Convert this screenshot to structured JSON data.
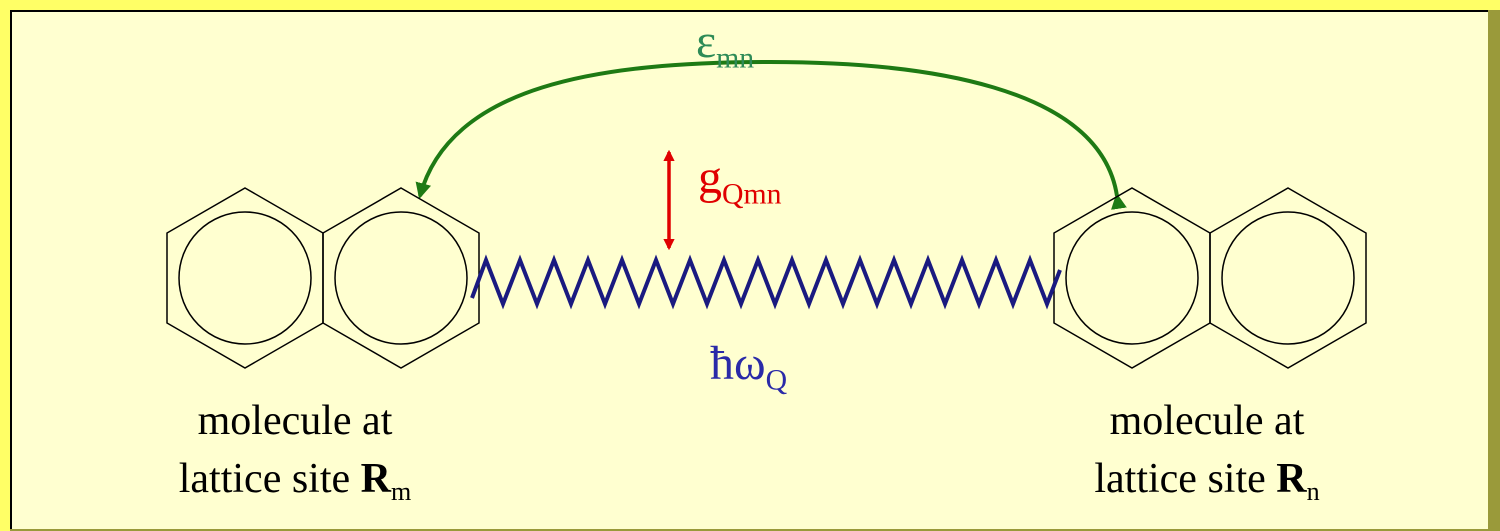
{
  "coupling": {
    "symbol": "ε",
    "subscript": "mn",
    "color": "#2e8b57"
  },
  "vibronic": {
    "symbol": "g",
    "subscript": "Qmn",
    "color": "#e00000"
  },
  "phonon": {
    "symbol": "ħω",
    "subscript": "Q",
    "color": "#2a2aa8"
  },
  "left_molecule": {
    "line1": "molecule at",
    "line2_prefix": "lattice site ",
    "site_symbol": "R",
    "site_subscript": "m"
  },
  "right_molecule": {
    "line1": "molecule at",
    "line2_prefix": "lattice site ",
    "site_symbol": "R",
    "site_subscript": "n"
  },
  "colors": {
    "background": "#ffffd0",
    "border": "#ffff66",
    "spring": "#1a1a80"
  }
}
